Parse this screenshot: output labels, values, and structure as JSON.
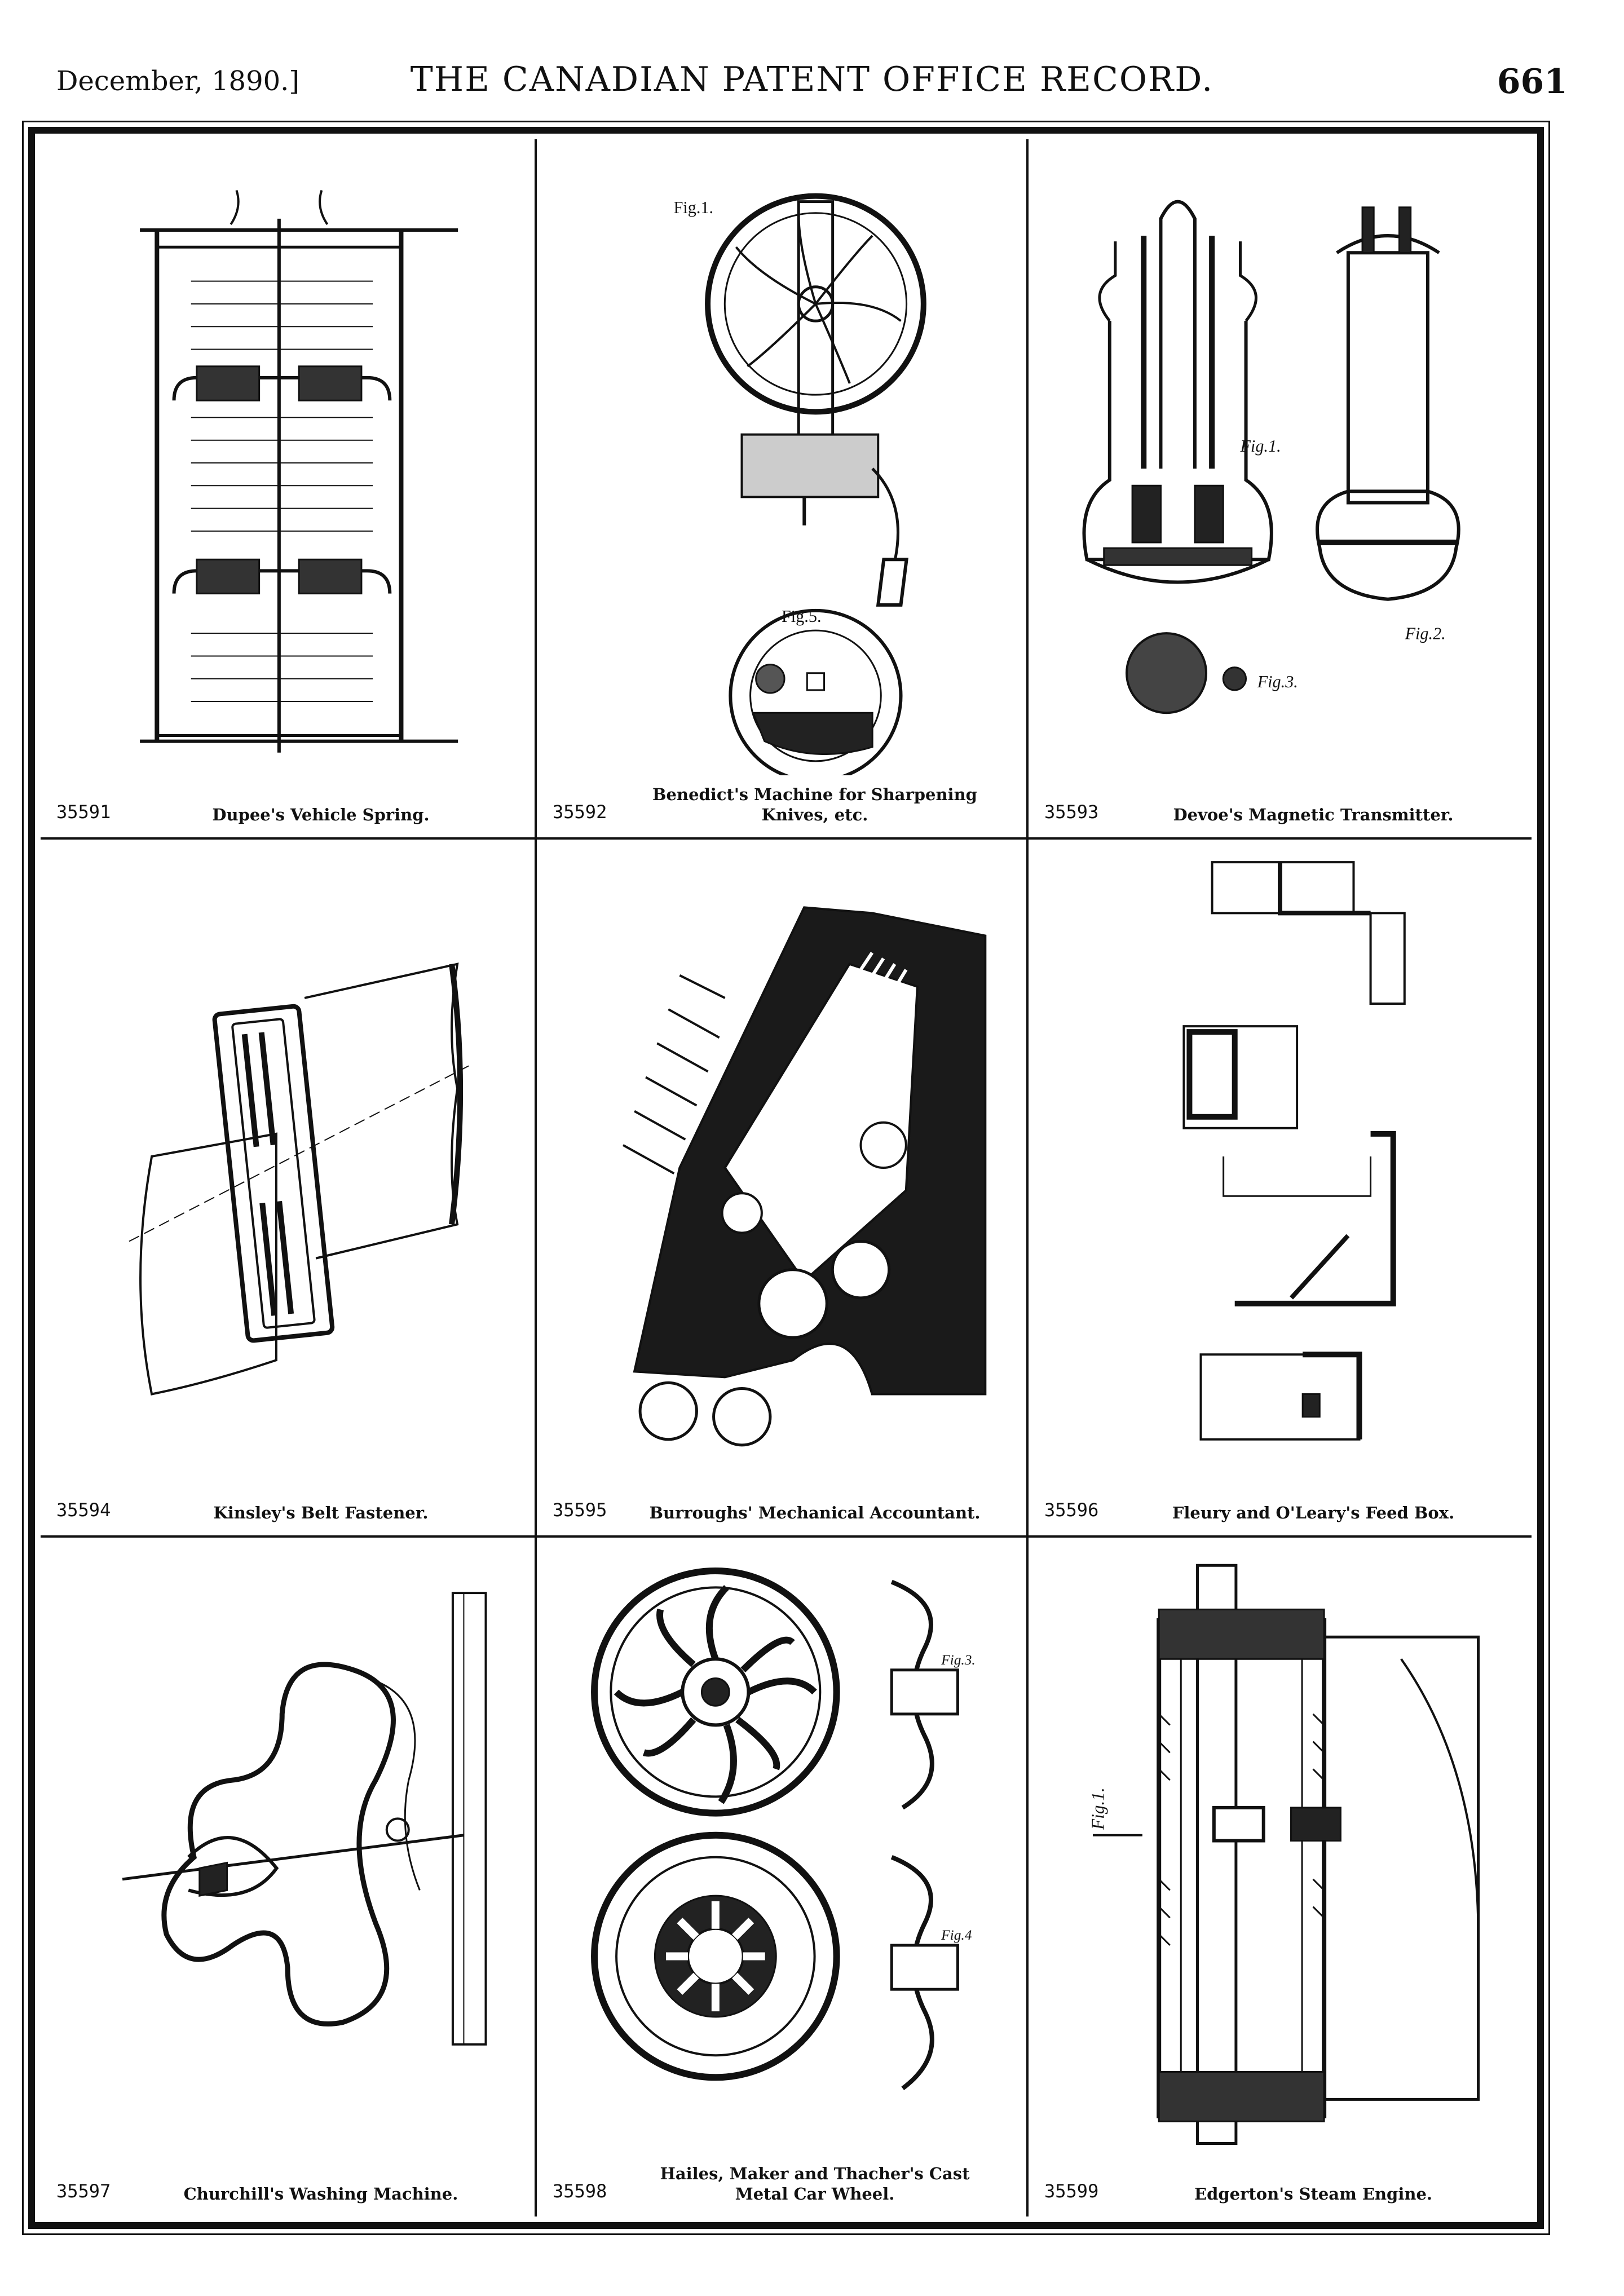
{
  "header": {
    "date": "December, 1890.]",
    "title": "THE CANADIAN PATENT OFFICE RECORD.",
    "page": "661"
  },
  "patents": [
    {
      "number": "35591",
      "title": "Dupee's Vehicle Spring."
    },
    {
      "number": "35592",
      "title": "Benedict's Machine for Sharpening Knives, etc."
    },
    {
      "number": "35593",
      "title": "Devoe's Magnetic Transmitter."
    },
    {
      "number": "35594",
      "title": "Kinsley's Belt Fastener."
    },
    {
      "number": "35595",
      "title": "Burroughs' Mechanical Accountant."
    },
    {
      "number": "35596",
      "title": "Fleury and O'Leary's Feed Box."
    },
    {
      "number": "35597",
      "title": "Churchill's Washing Machine."
    },
    {
      "number": "35598",
      "title": "Hailes, Maker and Thacher's Cast Metal Car Wheel."
    },
    {
      "number": "35599",
      "title": "Edgerton's Steam Engine."
    }
  ],
  "figure_labels": {
    "benedict_fig1": "Fig.1.",
    "benedict_fig5": "Fig.5.",
    "devoe_fig1": "Fig.1.",
    "devoe_fig2": "Fig.2.",
    "devoe_fig3": "Fig.3.",
    "hailes_fig3": "Fig.3.",
    "hailes_fig4": "Fig.4",
    "edgerton_fig": "Fig.1."
  }
}
